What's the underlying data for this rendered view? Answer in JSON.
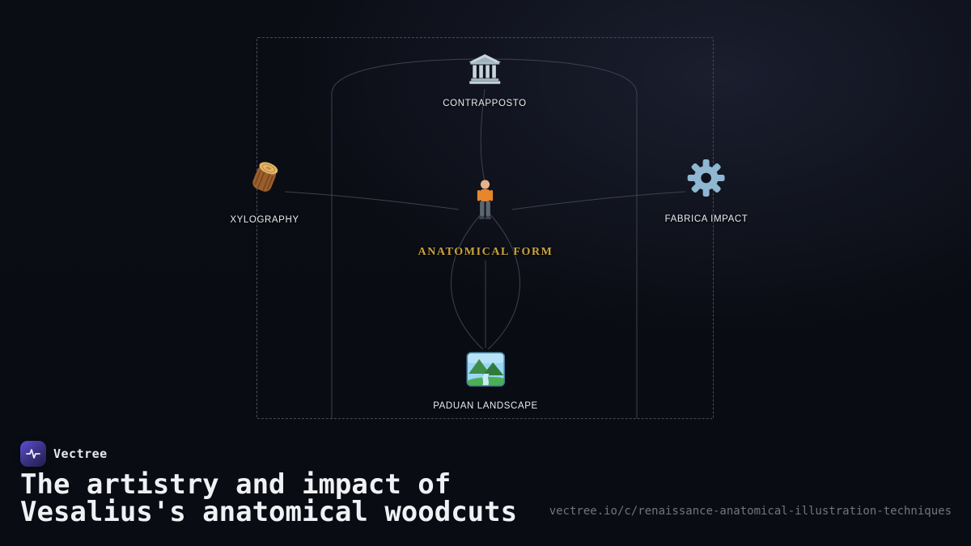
{
  "colors": {
    "background": "#0a0c13",
    "accent_gold": "#c9a43c",
    "brand_purple": "#5b4fd6",
    "line_gray": "#3d4250"
  },
  "diagram": {
    "center": {
      "label": "ANATOMICAL FORM",
      "icon": "standing-person"
    },
    "nodes": [
      {
        "id": "top",
        "label": "CONTRAPPOSTO",
        "icon": "classical-building"
      },
      {
        "id": "left",
        "label": "XYLOGRAPHY",
        "icon": "wood-log"
      },
      {
        "id": "right",
        "label": "FABRICA IMPACT",
        "icon": "gear"
      },
      {
        "id": "bottom",
        "label": "PADUAN LANDSCAPE",
        "icon": "landscape-picture"
      }
    ]
  },
  "footer": {
    "brand": "Vectree",
    "title_line1": "The artistry and impact of",
    "title_line2": "Vesalius's anatomical woodcuts",
    "url": "vectree.io/c/renaissance-anatomical-illustration-techniques"
  }
}
